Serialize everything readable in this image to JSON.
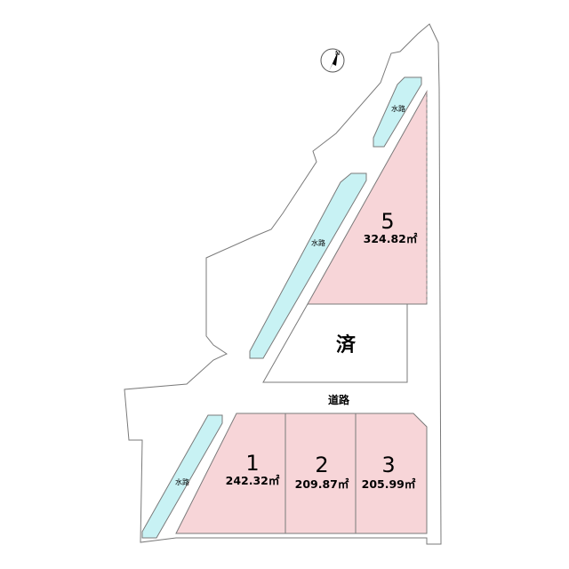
{
  "compass": {
    "north_label": "N",
    "icon": "north-arrow-icon"
  },
  "road": {
    "label": "道路"
  },
  "sold": {
    "label": "済"
  },
  "waterways": [
    {
      "id": "top",
      "label": "水路"
    },
    {
      "id": "middle",
      "label": "水路"
    },
    {
      "id": "bottom",
      "label": "水路"
    }
  ],
  "lots": [
    {
      "number": "1",
      "area": "242.32㎡"
    },
    {
      "number": "2",
      "area": "209.87㎡"
    },
    {
      "number": "3",
      "area": "205.99㎡"
    },
    {
      "number": "5",
      "area": "324.82㎡"
    }
  ],
  "colors": {
    "lot_fill": "#f7d5d8",
    "water_fill": "#c8f2f4",
    "outline": "#7a7a7a"
  }
}
